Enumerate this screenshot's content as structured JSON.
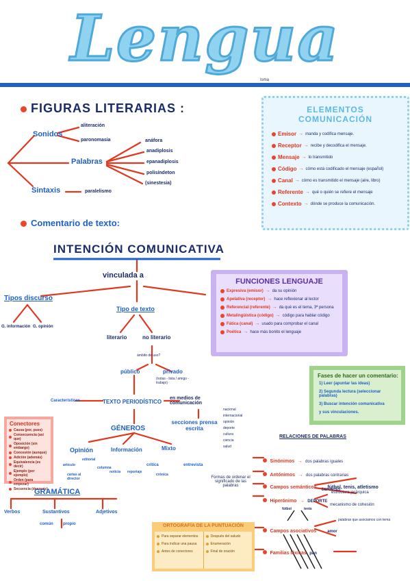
{
  "title": "Lengua",
  "author": "Isma",
  "figuras": {
    "heading": "FIGURAS LITERARIAS",
    "sonidos": "Sonidos",
    "palabras": "Palabras",
    "sintaxis": "Sintaxis",
    "aliteracion": "aliteración",
    "paronomasia": "paronomasia",
    "anafora": "anáfora",
    "anadiplosis": "anadiplosis",
    "epanadiplosis": "epanadiplosis",
    "polisindeton": "polisíndeton",
    "sinestesia": "(sinestesia)",
    "paralelismo": "paralelismo"
  },
  "elementos": {
    "title_line1": "ELEMENTOS",
    "title_line2": "COMUNICACIÓN",
    "items": [
      {
        "term": "Emisor",
        "desc": "manda y codifica mensaje."
      },
      {
        "term": "Receptor",
        "desc": "recibe y decodifica el mensaje."
      },
      {
        "term": "Mensaje",
        "desc": "lo transmitido"
      },
      {
        "term": "Código",
        "desc": "cómo está codificado el mensaje (español)"
      },
      {
        "term": "Canal",
        "desc": "cómo es transmitido el mensaje (aire, libro)"
      },
      {
        "term": "Referente",
        "desc": "qué o quién se refiere el mensaje"
      },
      {
        "term": "Contexto",
        "desc": "dónde se produce la comunicación."
      }
    ]
  },
  "comentario": {
    "heading": "Comentario de texto:"
  },
  "intencion": {
    "title": "INTENCIÓN COMUNICATIVA",
    "vinculada": "vinculada a",
    "tipos_discurso": "Tipos discurso",
    "tipo_texto": "Tipo de texto",
    "g_informacion": "G. información",
    "g_opinion": "G. opinión",
    "literario": "literario",
    "no_literario": "no literario",
    "ambito": "ámbito de uso?",
    "publico": "público",
    "privado": "privado",
    "privado_sub": "(notas - lista / amigo - trabajo)",
    "caracteristicas": "Características",
    "texto_periodistico": "TEXTO PERIODÍSTICO",
    "medios": "en medios de comunicación",
    "secciones": "secciones prensa escrita",
    "secciones_list": [
      "nacional",
      "internacional",
      "opinión",
      "deporte",
      "cultura",
      "ciencia",
      "salud"
    ],
    "generos": "GÉNEROS",
    "opinion": "Opinión",
    "informacion": "Información",
    "mixto": "Mixto",
    "articulo": "artículo",
    "editorial": "editorial",
    "columna": "columna",
    "cartas": "cartas al director",
    "noticia": "noticia",
    "reportaje": "reportaje",
    "critica": "crítica",
    "cronica": "crónica",
    "entrevista": "entrevista"
  },
  "funciones": {
    "title": "FUNCIONES LENGUAJE",
    "items": [
      {
        "term": "Expresiva (emisor)",
        "desc": "da su opinión"
      },
      {
        "term": "Apelativa (receptor)",
        "desc": "hace reflexionar al lector"
      },
      {
        "term": "Referencial (referente)",
        "desc": "da qué es el tema, 3ª persona"
      },
      {
        "term": "Metalingüística (código)",
        "desc": "código para hablar código"
      },
      {
        "term": "Fática (canal)",
        "desc": "usado para comprobar el canal"
      },
      {
        "term": "Poética",
        "desc": "hace más bonito el lenguaje"
      }
    ]
  },
  "fases": {
    "title": "Fases de hacer un comentario:",
    "items": [
      "1) Leer (apuntar las ideas)",
      "2) Segunda lectura (seleccionar palabras)",
      "3) Buscar intención comunicativa",
      "y sus vinculaciones."
    ]
  },
  "conectores": {
    "title": "Conectores",
    "items": [
      "Causa (por, pues)",
      "Consecuencia (así que)",
      "Oposición (sin embargo)",
      "Concesión (aunque)",
      "Adición (además)",
      "Equivalencia (es decir)",
      "Ejemplo (por ejemplo)",
      "Orden (para empezar)",
      "Secuencia (después)"
    ]
  },
  "relaciones": {
    "title": "RELACIONES DE PALABRAS",
    "sinonimos": "Sinónimos",
    "sinonimos_desc": "dos palabras iguales",
    "antonimos": "Antónimos",
    "antonimos_desc": "dos palabras contrarias",
    "campos_semanticos": "Campos semánticos",
    "campos_ejemplo": "fútbol, tenis, atletismo",
    "deportes": "DEPORTES",
    "hiperonimo": "Hiperónimo",
    "deporte": "DEPORTE",
    "futbol": "fútbol",
    "tenis": "tenis",
    "estructura": "estructura jerárquica",
    "mecanismo": "mecanismo de cohesión",
    "campos_asociativos": "Campos asociativos",
    "amor": "amor",
    "asociativos_desc": "palabras que asociamos con tema",
    "familias": "Familias léxicas",
    "pan": "pan",
    "formas": "Formas de ordenar el significado de las palabras"
  },
  "gramatica": {
    "title": "GRAMÁTICA",
    "verbos": "Verbos",
    "sustantivos": "Sustantivos",
    "adjetivos": "Adjetivos",
    "comun": "común",
    "propio": "propio"
  },
  "ortografia": {
    "title": "ORTOGRAFÍA DE LA PUNTUACIÓN",
    "left": [
      "Para separar elementos",
      "Para indicar una pausa",
      "Antes de conectores"
    ],
    "right": [
      "Después del saludo",
      "Enumeración",
      "Final de oración"
    ]
  }
}
